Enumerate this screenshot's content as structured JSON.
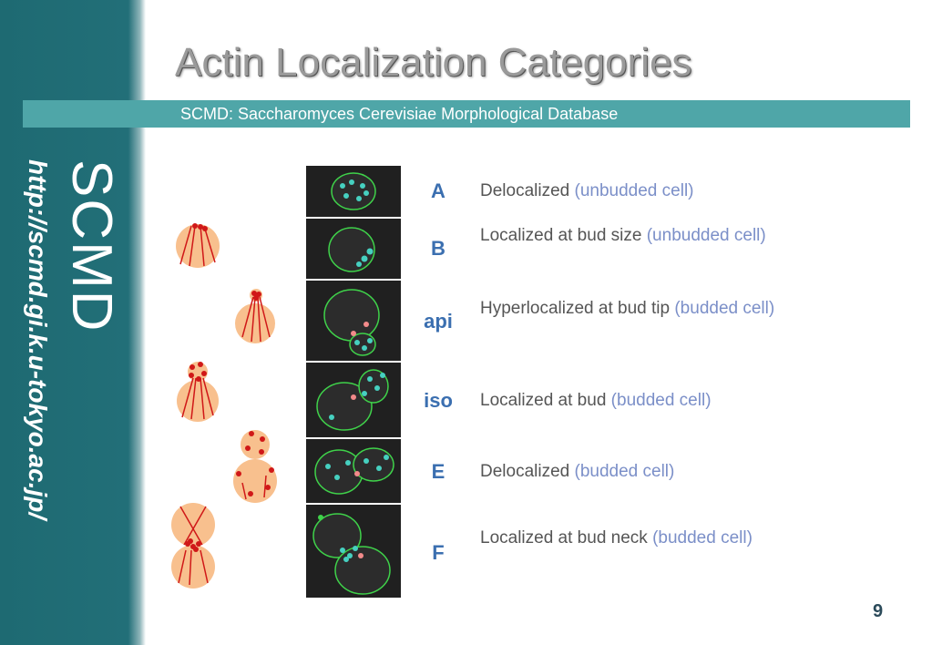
{
  "sidebar": {
    "brand": "SCMD",
    "url": "http://scmd.gi.k.u-tokyo.ac.jp/"
  },
  "header": {
    "title": "Actin Localization Categories",
    "subtitle": "SCMD:   Saccharomyces Cerevisiae Morphological Database"
  },
  "categories": [
    {
      "code": "A",
      "label": "Delocalized",
      "note": "(unbudded cell)"
    },
    {
      "code": "B",
      "label": "Localized at bud size",
      "note": "(unbudded cell)"
    },
    {
      "code": "api",
      "label": "Hyperlocalized at bud tip",
      "note": "(budded cell)"
    },
    {
      "code": "iso",
      "label": "Localized at bud",
      "note": "(budded cell)"
    },
    {
      "code": "E",
      "label": "Delocalized",
      "note": "(budded cell)"
    },
    {
      "code": "F",
      "label": "Localized at bud neck",
      "note": "(budded cell)"
    }
  ],
  "colors": {
    "sidebar": "#226f78",
    "bar": "#4fa6a8",
    "code": "#3b6fb0",
    "cell": "#f8c08e",
    "actin": "#d01818"
  },
  "page_number": "9"
}
